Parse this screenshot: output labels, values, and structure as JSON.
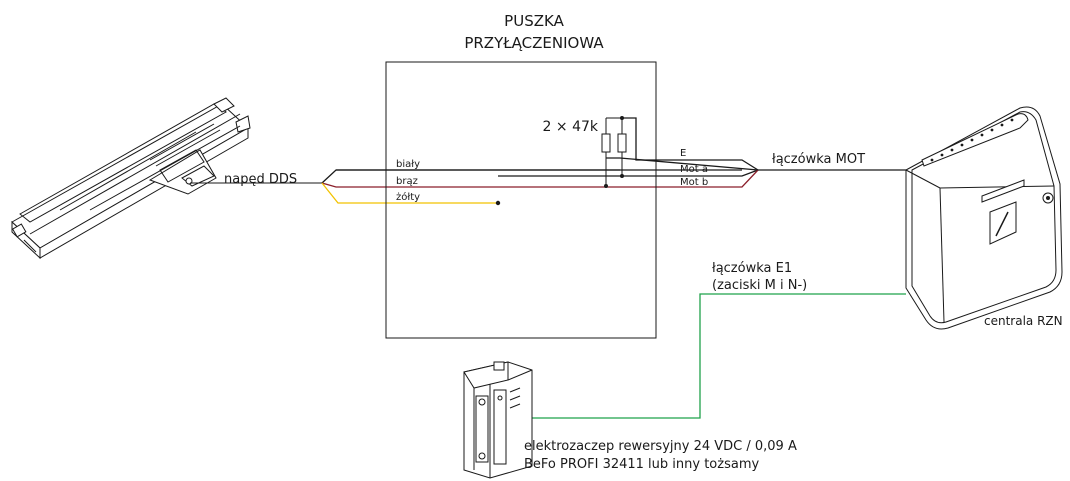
{
  "junction_box": {
    "title_line1": "PUSZKA",
    "title_line2": "PRZYŁĄCZENIOWA",
    "resistor_label": "2 × 47k"
  },
  "actuator": {
    "label": "napęd DDS"
  },
  "wire_labels": {
    "white": "biały",
    "brown": "brąz",
    "yellow": "żółty",
    "e": "E",
    "mot_a": "Mot a",
    "mot_b": "Mot b"
  },
  "mot_link": {
    "label": "łączówka MOT"
  },
  "e1_link": {
    "label_line1": "łączówka E1",
    "label_line2": "(zaciski M i N-)"
  },
  "control_unit": {
    "label": "centrala RZN"
  },
  "door_strike": {
    "label_line1": "elektrozaczep rewersyjny 24 VDC / 0,09 A",
    "label_line2": "BeFo PROFI 32411 lub inny tożsamy"
  },
  "colors": {
    "black_wire": "#1a1a1a",
    "brown_wire": "#8b1f2a",
    "yellow_wire": "#f2c200",
    "green_wire": "#1fa24a",
    "outline": "#1a1a1a"
  }
}
